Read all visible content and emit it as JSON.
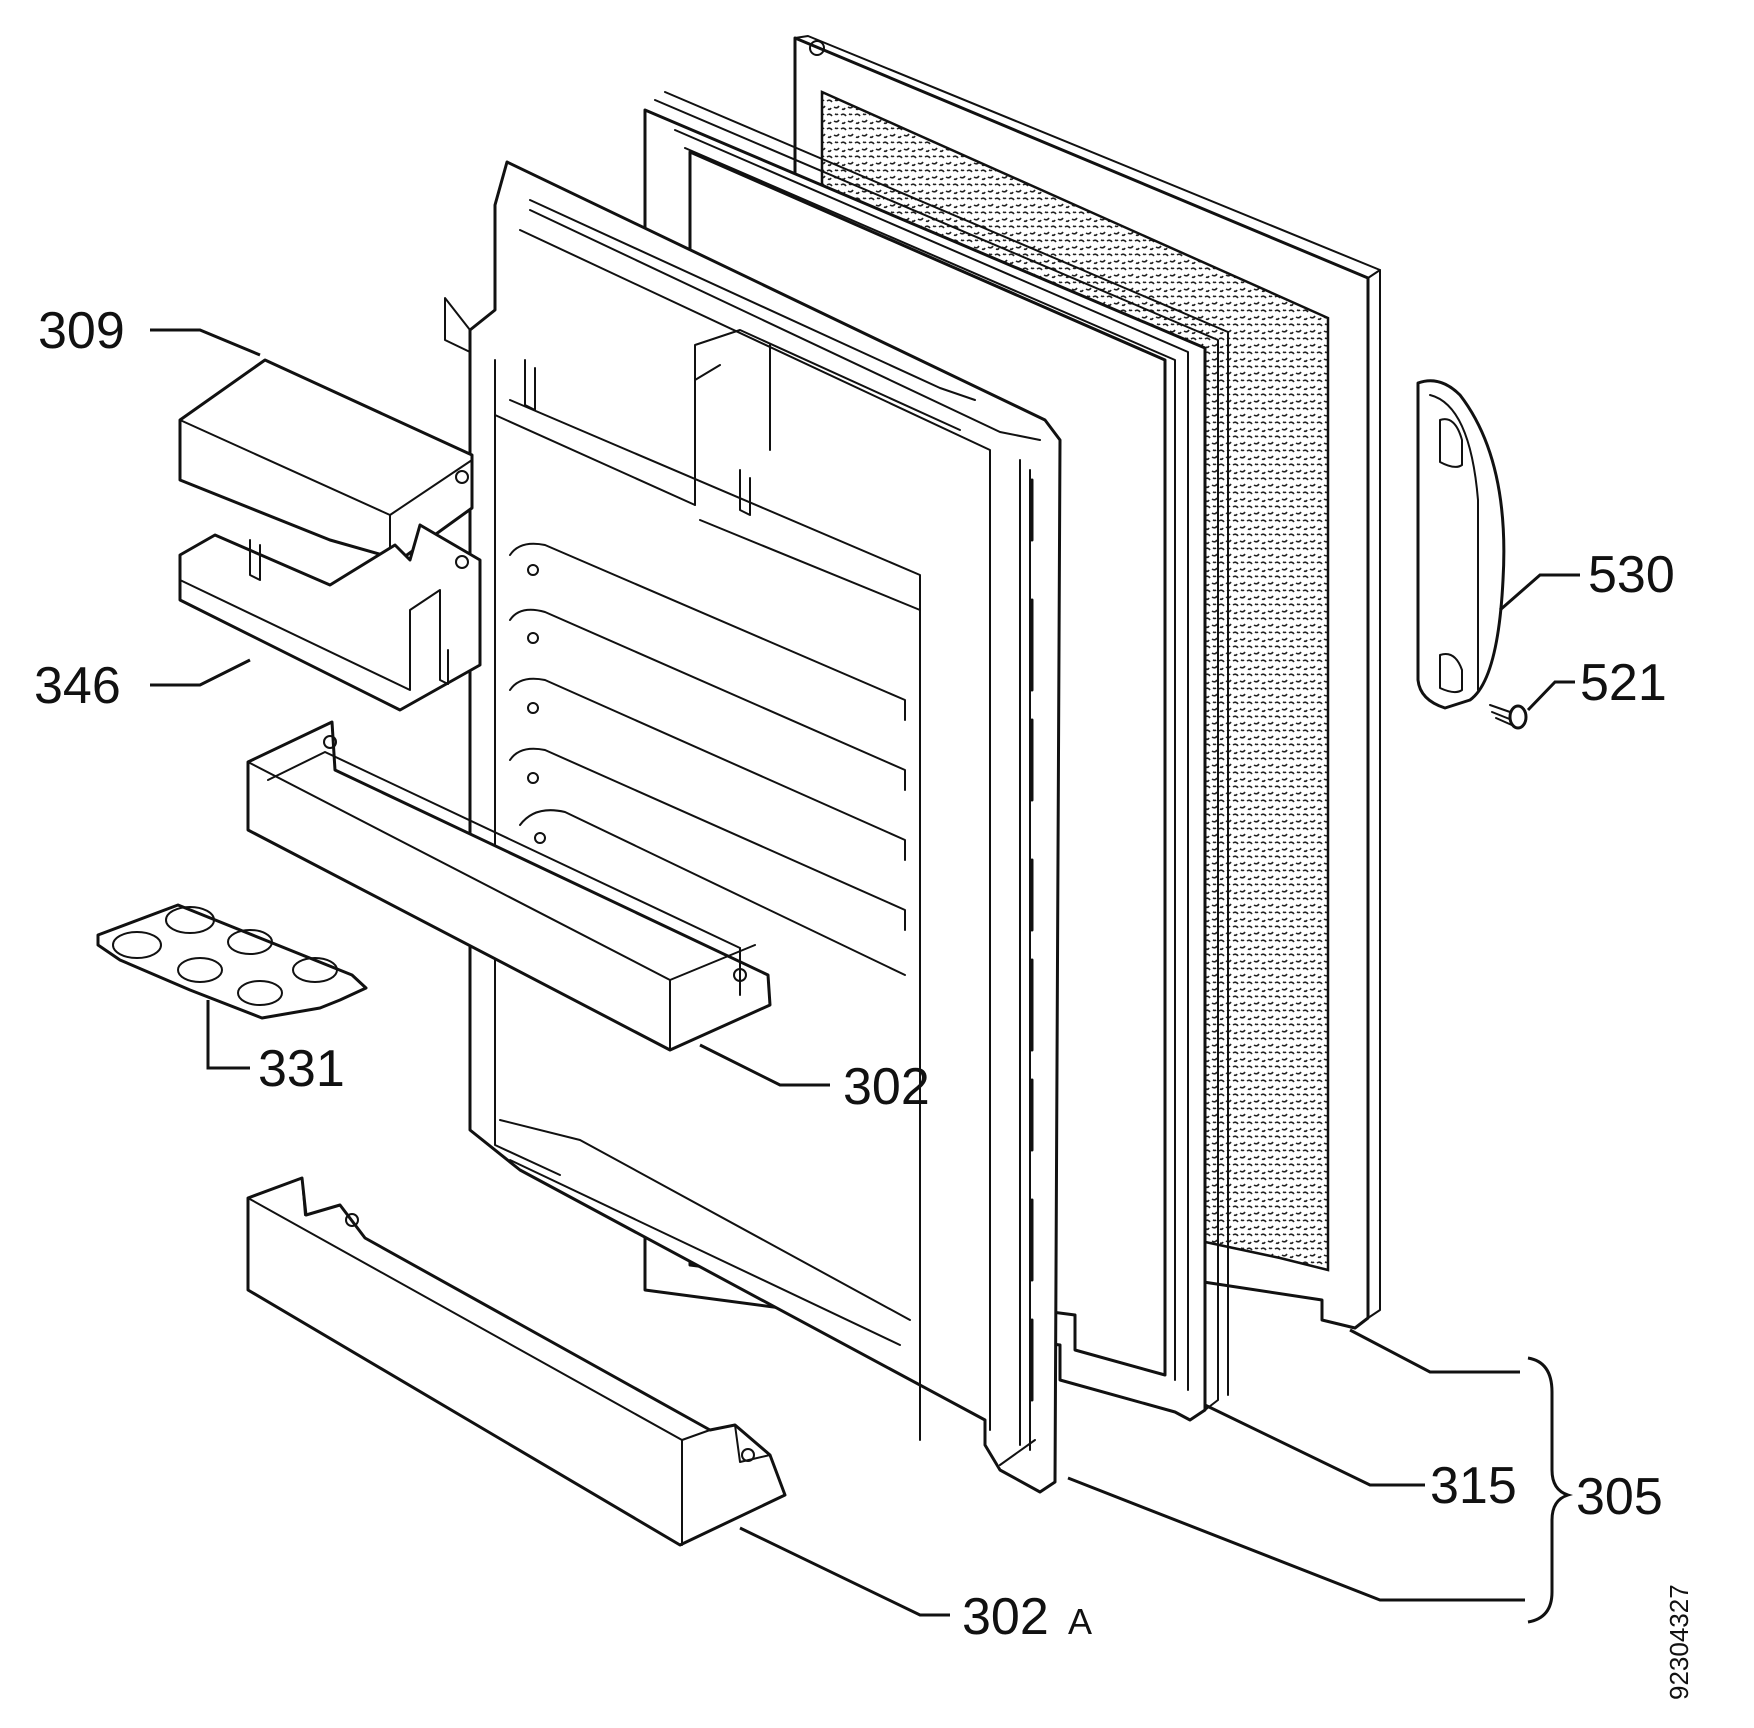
{
  "diagram": {
    "labels": {
      "p309": "309",
      "p346": "346",
      "p331": "331",
      "p302": "302",
      "p302a_num": "302",
      "p302a_suffix": "A",
      "p530": "530",
      "p521": "521",
      "p315": "315",
      "p305": "305"
    },
    "drawing_code": "92304327"
  }
}
